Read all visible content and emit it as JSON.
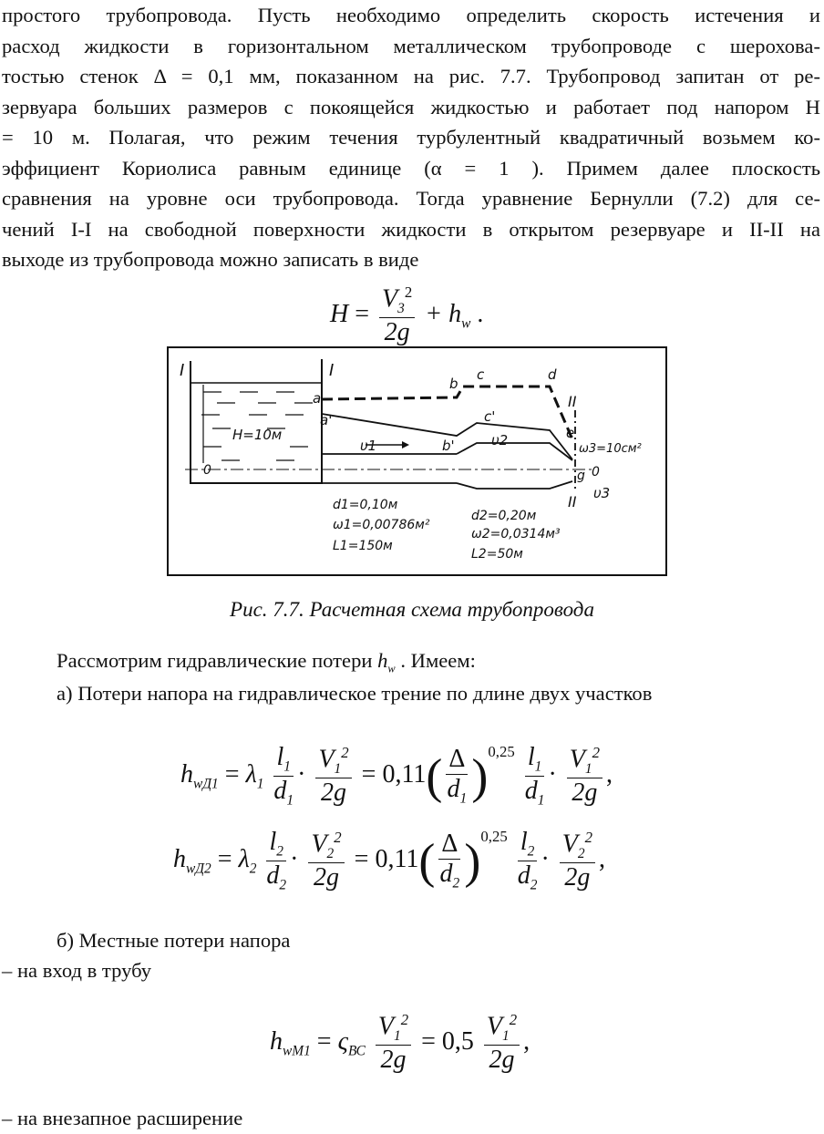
{
  "paragraph": {
    "lines": [
      "простого трубопровода. Пусть необходимо определить скорость истечения и",
      "расход жидкости в горизонтальном металлическом трубопроводе с шерохова-",
      "тостью стенок  Δ = 0,1 мм, показанном на рис. 7.7. Трубопровод запитан от ре-",
      "зервуара больших размеров с покоящейся жидкостью и работает под напором H",
      "= 10 м. Полагая, что режим течения турбулентный квадратичный возьмем ко-",
      "эффициент Кориолиса равным единице (α = 1 ). Примем далее плоскость",
      "сравнения на уровне оси трубопровода. Тогда уравнение Бернулли (7.2) для се-",
      "чений I-I на свободной поверхности жидкости в открытом резервуаре и II-II на",
      "выходе из трубопровода можно записать в виде"
    ]
  },
  "eq_main": {
    "lhs": "H",
    "eq": "=",
    "num": "V",
    "num_sub": "3",
    "num_sup": "2",
    "den": "2g",
    "plus": "+ h",
    "h_sub": "w",
    "end": "."
  },
  "figure": {
    "labels": {
      "I_left": "I",
      "I_right": "I",
      "a": "a",
      "a_prime": "a'",
      "b": "b",
      "b_prime": "b'",
      "c": "c",
      "c_prime": "c'",
      "d": "d",
      "e": "e",
      "g": "g",
      "II_top": "II",
      "II_bottom": "II",
      "H": "H=10м",
      "v1": "υ1",
      "v2": "υ2",
      "v3": "υ3",
      "zero_left": "0",
      "zero_right": "0",
      "omega3": "ω3=10см²",
      "d1": "d1=0,10м",
      "omega1": "ω1=0,00786м²",
      "L1": "L1=150м",
      "d2": "d2=0,20м",
      "omega2": "ω2=0,0314м³",
      "L2": "L2=50м"
    }
  },
  "caption": "Рис. 7.7. Расчетная схема трубопровода",
  "text_losses_intro": {
    "before": "Рассмотрим гидравлические потери ",
    "h": "h",
    "h_sub": "w",
    "after": " . Имеем:"
  },
  "text_a": "а) Потери напора на гидравлическое трение по длине двух участков",
  "eq_friction_1": {
    "h_sub": "wД1",
    "lambda": "λ",
    "lambda_sub": "1",
    "l": "l",
    "l_sub": "1",
    "d": "d",
    "d_sub": "1",
    "V": "V",
    "V_sub": "1",
    "coef": "0,11",
    "delta": "Δ",
    "exp": "0,25",
    "end": ","
  },
  "eq_friction_2": {
    "h_sub": "wД2",
    "lambda": "λ",
    "lambda_sub": "2",
    "l": "l",
    "l_sub": "2",
    "d": "d",
    "d_sub": "2",
    "V": "V",
    "V_sub": "2",
    "coef": "0,11",
    "delta": "Δ",
    "exp": "0,25",
    "end": ","
  },
  "text_b": "б) Местные потери напора",
  "text_entry": "– на вход в трубу",
  "eq_local_1": {
    "h_sub": "wM1",
    "zeta": "ς",
    "zeta_sub": "ВС",
    "V_sub": "1",
    "coef": "0,5",
    "end": ","
  },
  "text_expansion": "– на внезапное расширение"
}
